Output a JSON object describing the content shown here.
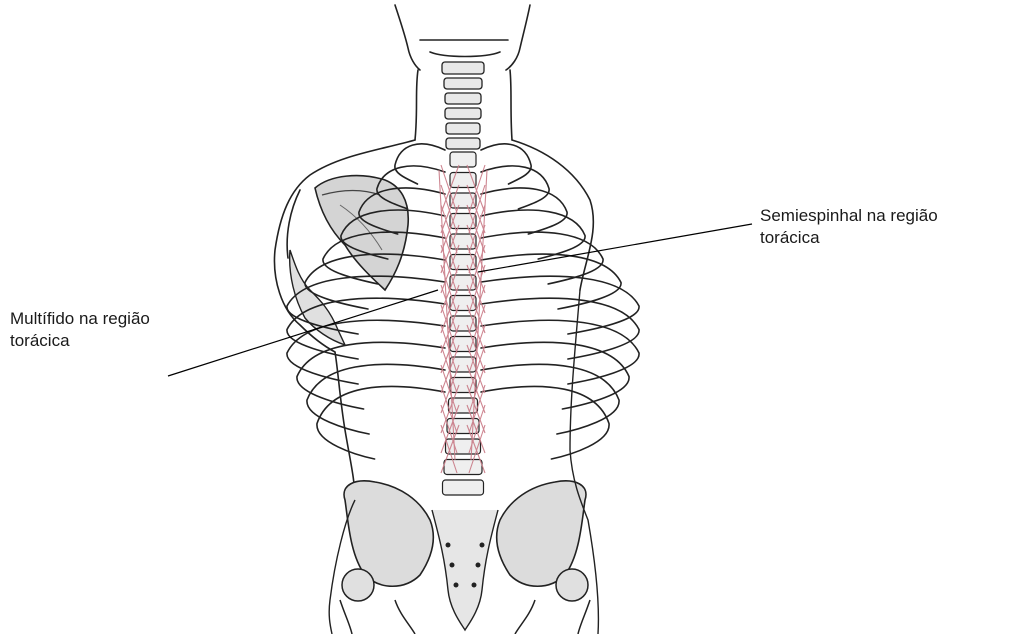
{
  "labels": {
    "semiespinhal": {
      "line1": "Semiespinhal na região",
      "line2": "torácica"
    },
    "multifido": {
      "line1": "Multífido na região",
      "line2": "torácica"
    }
  },
  "colors": {
    "bone_outline": "#222222",
    "bone_shade": "#c8c8c8",
    "muscle": "#c97a86",
    "leader_line": "#000000",
    "background": "#ffffff"
  },
  "illustration": {
    "subject": "posterior view of human skeleton: skull base, cervical, thoracic and lumbar spine, rib cage, right scapula and arm, pelvis and femoral heads",
    "highlighted_muscles": [
      "semispinalis (thoracic)",
      "multifidus (thoracic)"
    ]
  }
}
